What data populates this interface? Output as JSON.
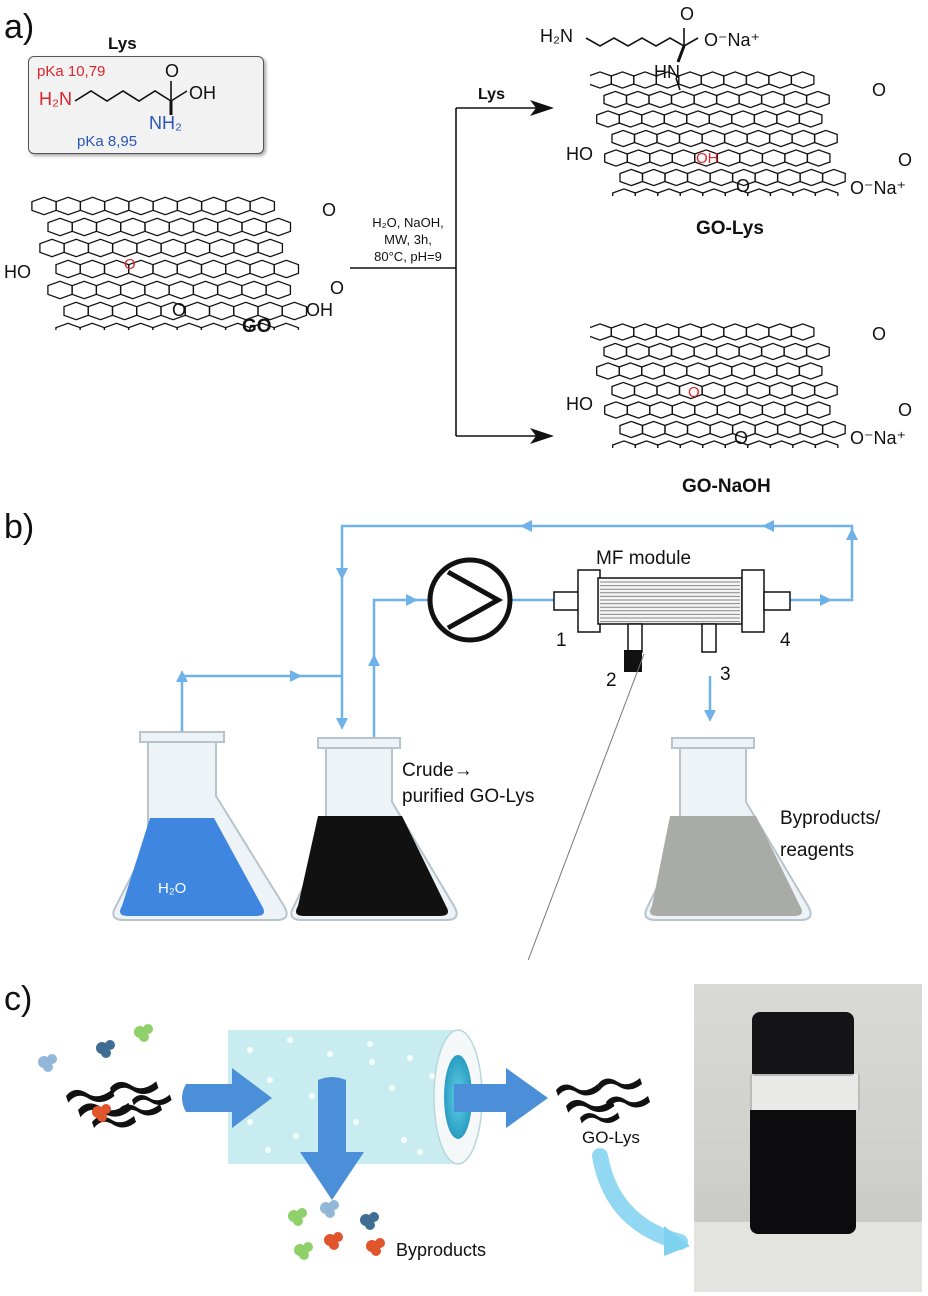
{
  "panels": {
    "a": "a)",
    "b": "b)",
    "c": "c)"
  },
  "lysine": {
    "title": "Lys",
    "pka_amine": "pKa 10,79",
    "pka_alpha": "pKa 8,95",
    "h2n": "H₂N",
    "nh2": "NH₂",
    "o": "O",
    "oh": "OH"
  },
  "reaction": {
    "reagent_label": "Lys",
    "conditions": [
      "H₂O, NaOH,",
      "MW, 3h,",
      "80°C, pH=9"
    ]
  },
  "structures": {
    "go": {
      "name": "GO",
      "ho": "HO",
      "oh": "OH",
      "o": "O",
      "epoxy_o": "O",
      "cho_o": "O",
      "cho_o2": "O"
    },
    "go_lys": {
      "name": "GO-Lys",
      "h2n": "H₂N",
      "hn": "HN",
      "o": "O",
      "ona": "O⁻Na⁺",
      "ho": "HO",
      "oh_mid": "OH",
      "cho_o": "O",
      "cho_o2": "O",
      "cooh_o": "O",
      "cooh_ona": "O⁻Na⁺"
    },
    "go_naoh": {
      "name": "GO-NaOH",
      "ho": "HO",
      "epoxy_o": "O",
      "cho_o": "O",
      "cho_o2": "O",
      "coo_o": "O",
      "coo_ona": "O⁻Na⁺"
    }
  },
  "process": {
    "module_label": "MF module",
    "ports": [
      "1",
      "2",
      "3",
      "4"
    ],
    "water_label": "H₂O",
    "crude_label_1": "Crude→",
    "crude_label_2": "purified GO-Lys",
    "waste_label_1": "Byproducts/",
    "waste_label_2": "reagents",
    "colors": {
      "flow": "#6fb2ea",
      "water": "#3f86e0",
      "crude": "#111111",
      "waste": "#a9aba7"
    }
  },
  "filtration": {
    "product_label": "GO-Lys",
    "byproducts_label": "Byproducts",
    "colors": {
      "arrow": "#4a8fd8",
      "membrane": "#c8ecef",
      "curve_arrow": "#7fd1f0"
    }
  }
}
